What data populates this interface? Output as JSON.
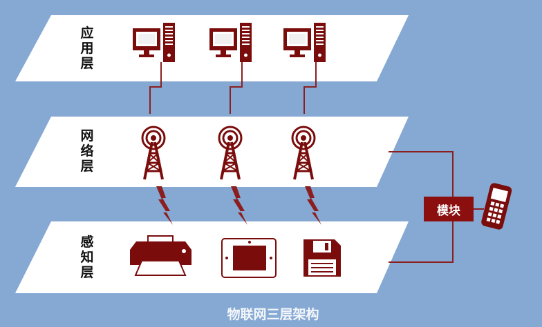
{
  "layers": {
    "application": {
      "label": "应用层"
    },
    "network": {
      "label": "网络层"
    },
    "perception": {
      "label": "感知层"
    }
  },
  "module": {
    "label": "模块"
  },
  "caption": "物联网三层架构",
  "colors": {
    "background": "#86a9d3",
    "layer_fill": "#ffffff",
    "accent": "#8b0f0f"
  },
  "icons": {
    "application": [
      "desktop-computer-icon",
      "desktop-computer-icon",
      "desktop-computer-icon"
    ],
    "network": [
      "radio-tower-icon",
      "radio-tower-icon",
      "radio-tower-icon"
    ],
    "perception": [
      "printer-icon",
      "tablet-device-icon",
      "floppy-disk-icon"
    ],
    "module_device": "cell-phone-icon"
  }
}
